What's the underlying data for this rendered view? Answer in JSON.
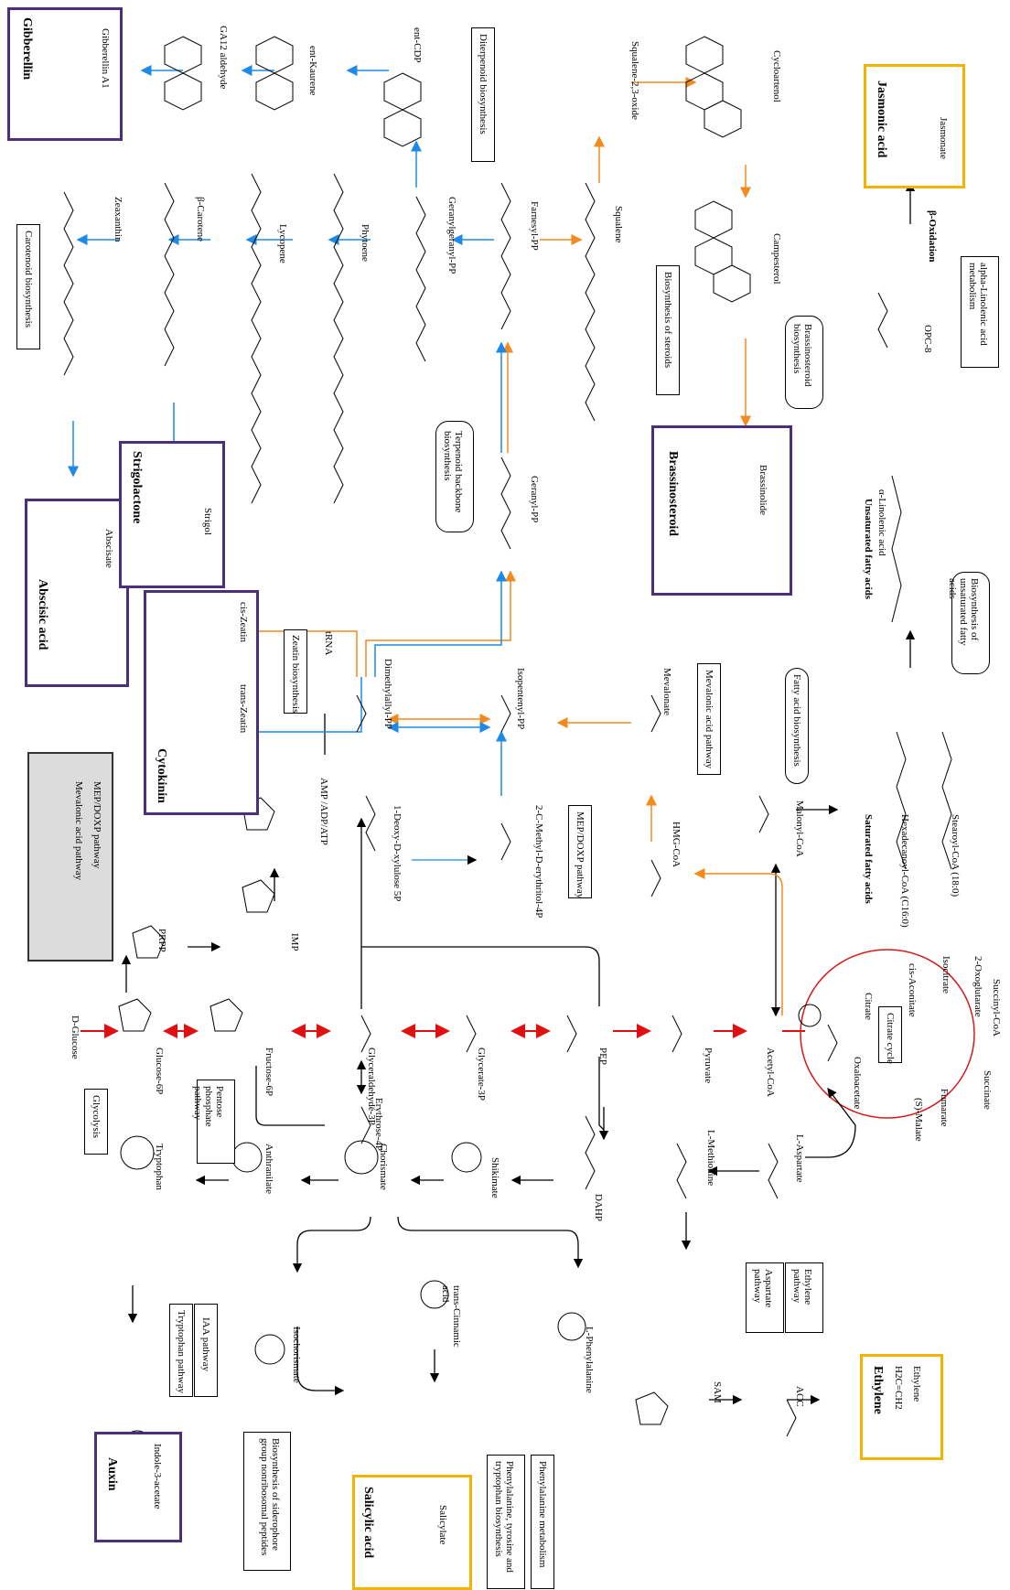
{
  "colors": {
    "mevalonate": "#f28a1e",
    "mep": "#1e8ae6",
    "glycolysis": "#e01010",
    "hormone_box_purple": "#4b2f7a",
    "hormone_box_yellow": "#f2b400",
    "citrate_circle": "#d81818"
  },
  "legend": {
    "mevalonate": "Mevalonic acid pathway",
    "mep": "MEP/DOXP pathway"
  },
  "hormones": {
    "gibberellin": "Gibberellin",
    "jasmonic": "Jasmonic acid",
    "abscisic": "Abscisic acid",
    "strigolactone": "Strigolactone",
    "brassinosteroid": "Brassinosteroid",
    "cytokinin": "Cytokinin",
    "ethylene": "Ethylene",
    "auxin": "Auxin",
    "salicylic": "Salicylic acid"
  },
  "pathways": {
    "diterpenoid": "Diterpenoid biosynthesis",
    "carotenoid": "Carotenoid biosynthesis",
    "terpenoid": "Terpenoid backbone biosynthesis",
    "steroid": "Biosynthesis of steroids",
    "brassinosteroid": "Brassinosteroid biosynthesis",
    "alpha_linolenic": "alpha-Linolenic acid metabolism",
    "zeatin": "Zeatin biosynthesis",
    "mevalonic": "Mevalonic acid pathway",
    "fatty_acid": "Fatty acid biosynthesis",
    "unsat_fatty": "Biosynthesis of unsaturated fatty acids",
    "mep_doxp": "MEP/DOXP pathway",
    "glycolysis": "Glycolysis",
    "pentose": "Pentose phosphate pathway",
    "citrate": "Citrate cycle",
    "aspartate": "Aspartate pathway",
    "ethylene": "Ethylene pathway",
    "tryptophan": "Tryptophan pathway",
    "iaa": "IAA pathway",
    "siderophore": "Biosynthesis of siderophore group nonribosomal peptides",
    "phe_tyr_trp": "Phenylalanine, tyrosine and tryptophan biosynthesis",
    "phenylalanine": "Phenylalanine metabolism"
  },
  "compounds": {
    "gibberellin_a1": "Gibberellin A1",
    "ga12": "GA12 aldehyde",
    "ent_kaurene": "ent-Kaurene",
    "ent_cdp": "ent-CDP",
    "squalene_oxide": "Squalene-2,3-oxide",
    "cycloartenol": "Cycloartenol",
    "jasmonate": "Jasmonate",
    "zeaxanthin": "Zeaxanthin",
    "beta_carotene": "β-Carotene",
    "lycopene": "Lycopene",
    "phytoene": "Phytoene",
    "ggpp": "Geranylgeranyl-PP",
    "fpp": "Farnesyl-PP",
    "squalene": "Squalene",
    "campesterol": "Campesterol",
    "beta_oxidation": "β-Oxidation",
    "opc8": "OPC-8",
    "abscisate": "Abscisate",
    "strigol": "Strigol",
    "geranyl_pp": "Geranyl-PP",
    "brassinolide": "Brassinolide",
    "unsat_fatty": "Unsaturated fatty acids",
    "alpha_linolenic": "α-Linolenic acid",
    "cis_zeatin": "cis-Zeatin",
    "trans_zeatin": "trans-Zeatin",
    "trna": "tRNA",
    "dmapp": "Dimethylallyl-PP",
    "ipp": "Isopentenyl-PP",
    "mevalonate": "Mevalonate",
    "amp": "AMP  /ADP/ATP",
    "dxp": "1-Deoxy-D-xylulose 5P",
    "mecpp": "2-C-Methyl-D-erythritol-4P",
    "hmg": "HMG-CoA",
    "malonyl": "Malonyl-CoA",
    "sat_fatty": "Saturated fatty acids",
    "hexadecanoyl": "Hexadecanoyl-CoA (C16:0)",
    "stearoyl": "Stearoyl-CoA (18:0)",
    "prpp": "PRPP",
    "imp": "IMP",
    "d_glucose": "D-Glucose",
    "g6p": "Glucose-6P",
    "f6p": "Fructose-6P",
    "g3p": "Glyceraldehyde-3P",
    "glycerate": "Glycerate-3P",
    "pep": "PEP",
    "pyruvate": "Pyruvate",
    "acetyl": "Acetyl-CoA",
    "citrate": "Citrate",
    "cis_aconitate": "cis-Aconitate",
    "isocitrate": "Isocitrate",
    "oxoglutarate": "2-Oxoglutarate",
    "succinyl": "Succinyl-CoA",
    "succinate": "Succinate",
    "fumarate": "Fumarate",
    "malate": "(S)-Malate",
    "oxaloacetate": "Oxaloacetate",
    "erythrose": "Erythrose-4P",
    "dahp": "DAHP",
    "shikimate": "Shikimate",
    "chorismate": "Chorismate",
    "anthranilate": "Anthranilate",
    "tryptophan": "Tryptophan",
    "methionine": "L-Methionine",
    "aspartate": "L-Aspartate",
    "isochorismate": "Isochorismate",
    "cinnamic": "trans-Cinnamic acid",
    "phenylalanine": "L-Phenylalanine",
    "sam": "SAM",
    "acc": "ACC",
    "ethylene_formula": "H2C=CH2",
    "ethylene": "Ethylene",
    "indole_acetate": "Indole-3-acetate",
    "salicylate": "Salicylate"
  }
}
